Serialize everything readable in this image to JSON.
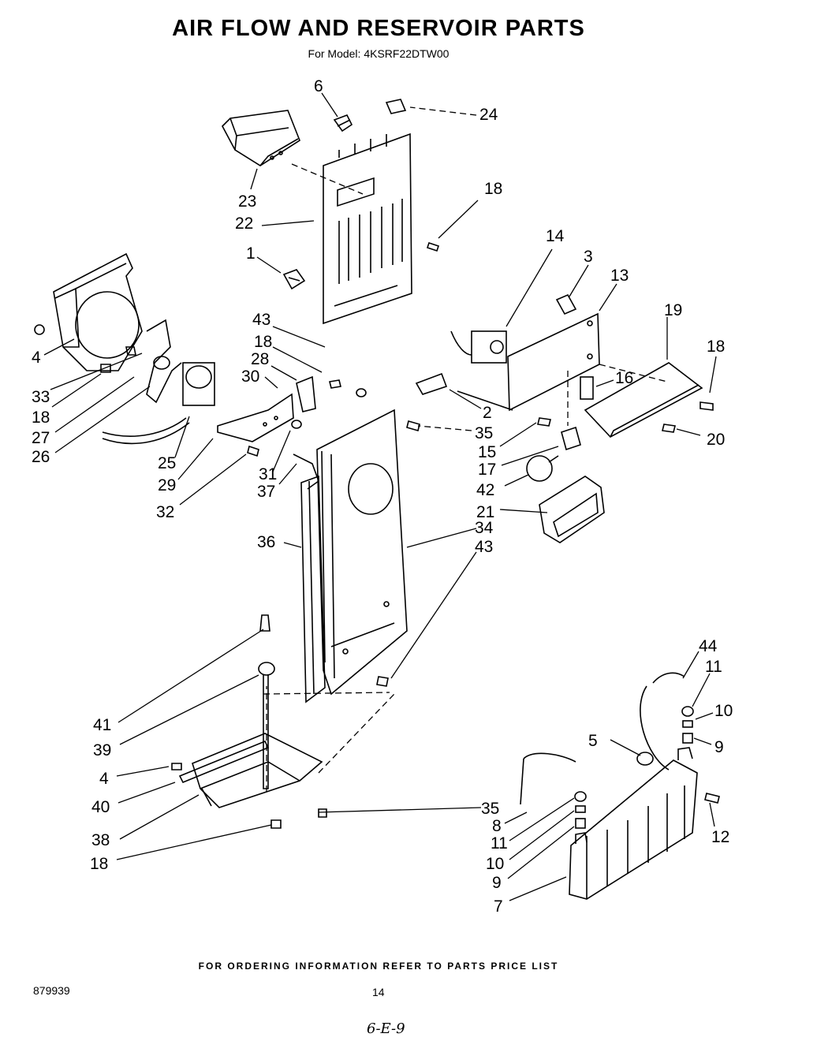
{
  "title": "AIR FLOW AND RESERVOIR PARTS",
  "subtitle": "For Model: 4KSRF22DTW00",
  "footer": "FOR ORDERING INFORMATION REFER TO PARTS PRICE LIST",
  "doc_number": "879939",
  "page_number": "14",
  "signature": "6-E-9",
  "labels": [
    {
      "id": "l6",
      "text": "6"
    },
    {
      "id": "l24",
      "text": "24"
    },
    {
      "id": "l23",
      "text": "23"
    },
    {
      "id": "l22",
      "text": "22"
    },
    {
      "id": "l18a",
      "text": "18"
    },
    {
      "id": "l1",
      "text": "1"
    },
    {
      "id": "l14",
      "text": "14"
    },
    {
      "id": "l3",
      "text": "3"
    },
    {
      "id": "l13",
      "text": "13"
    },
    {
      "id": "l19",
      "text": "19"
    },
    {
      "id": "l18b",
      "text": "18"
    },
    {
      "id": "l43a",
      "text": "43"
    },
    {
      "id": "l18c",
      "text": "18"
    },
    {
      "id": "l28",
      "text": "28"
    },
    {
      "id": "l30",
      "text": "30"
    },
    {
      "id": "l4a",
      "text": "4"
    },
    {
      "id": "l33",
      "text": "33"
    },
    {
      "id": "l18d",
      "text": "18"
    },
    {
      "id": "l27",
      "text": "27"
    },
    {
      "id": "l26",
      "text": "26"
    },
    {
      "id": "l25",
      "text": "25"
    },
    {
      "id": "l29",
      "text": "29"
    },
    {
      "id": "l32",
      "text": "32"
    },
    {
      "id": "l31",
      "text": "31"
    },
    {
      "id": "l37",
      "text": "37"
    },
    {
      "id": "l16",
      "text": "16"
    },
    {
      "id": "l2",
      "text": "2"
    },
    {
      "id": "l35a",
      "text": "35"
    },
    {
      "id": "l15",
      "text": "15"
    },
    {
      "id": "l20",
      "text": "20"
    },
    {
      "id": "l17",
      "text": "17"
    },
    {
      "id": "l42",
      "text": "42"
    },
    {
      "id": "l21",
      "text": "21"
    },
    {
      "id": "l36",
      "text": "36"
    },
    {
      "id": "l34",
      "text": "34"
    },
    {
      "id": "l43b",
      "text": "43"
    },
    {
      "id": "l41",
      "text": "41"
    },
    {
      "id": "l39",
      "text": "39"
    },
    {
      "id": "l4b",
      "text": "4"
    },
    {
      "id": "l40",
      "text": "40"
    },
    {
      "id": "l38",
      "text": "38"
    },
    {
      "id": "l18e",
      "text": "18"
    },
    {
      "id": "l44",
      "text": "44"
    },
    {
      "id": "l11a",
      "text": "11"
    },
    {
      "id": "l10a",
      "text": "10"
    },
    {
      "id": "l5",
      "text": "5"
    },
    {
      "id": "l9a",
      "text": "9"
    },
    {
      "id": "l35b",
      "text": "35"
    },
    {
      "id": "l8",
      "text": "8"
    },
    {
      "id": "l11b",
      "text": "11"
    },
    {
      "id": "l10b",
      "text": "10"
    },
    {
      "id": "l9b",
      "text": "9"
    },
    {
      "id": "l12",
      "text": "12"
    },
    {
      "id": "l7",
      "text": "7"
    }
  ]
}
